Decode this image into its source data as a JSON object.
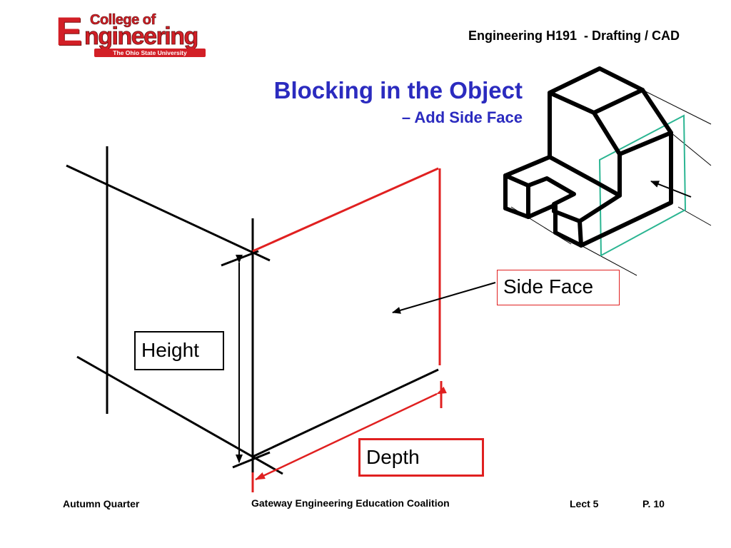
{
  "header": {
    "logo": {
      "letter": "E",
      "college": "College of",
      "engineering": "ngineering",
      "university": "The Ohio State University"
    },
    "course_title": "Engineering H191  - Drafting / CAD"
  },
  "slide": {
    "title": "Blocking in the Object",
    "subtitle": "– Add Side Face"
  },
  "labels": {
    "side_face": "Side Face",
    "height": "Height",
    "depth": "Depth"
  },
  "footer": {
    "left": "Autumn Quarter",
    "center": "Gateway Engineering Education Coalition",
    "lecture": "Lect 5",
    "page": "P. 10"
  },
  "colors": {
    "title_blue": "#2b2bbf",
    "highlight_red": "#e02020",
    "plane_teal": "#2bb592",
    "logo_red": "#d21f26"
  }
}
